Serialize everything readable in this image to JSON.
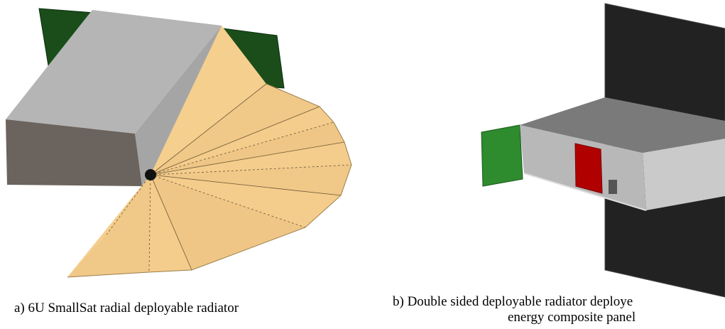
{
  "figure": {
    "caption_a": "a) 6U SmallSat radial deployable radiator",
    "caption_b_line1": "b) Double sided deployable radiator deploye",
    "caption_b_line2": "energy composite panel"
  }
}
